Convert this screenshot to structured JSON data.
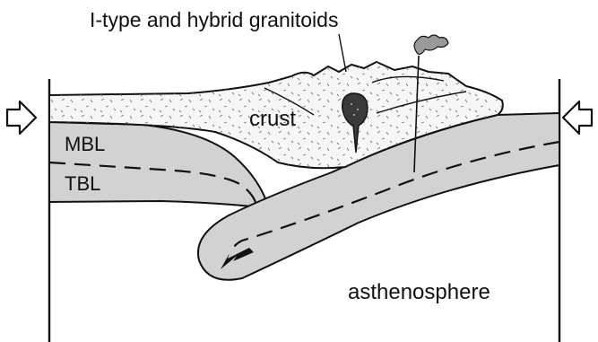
{
  "labels": {
    "title": "I-type and hybrid granitoids",
    "crust": "crust",
    "mbl": "MBL",
    "tbl": "TBL",
    "asthenosphere": "asthenosphere"
  },
  "colors": {
    "ink": "#111111",
    "lithosphere_fill": "#d2d2d2",
    "crust_fill": "#f6f6f6",
    "background": "#ffffff",
    "pluton": "#3a3a3a"
  },
  "icons": {
    "left_arrow": "compression-arrow-right-icon",
    "right_arrow": "compression-arrow-left-icon",
    "volcano_plume": "plume-icon",
    "flow_arrow": "flow-arrow-icon"
  }
}
